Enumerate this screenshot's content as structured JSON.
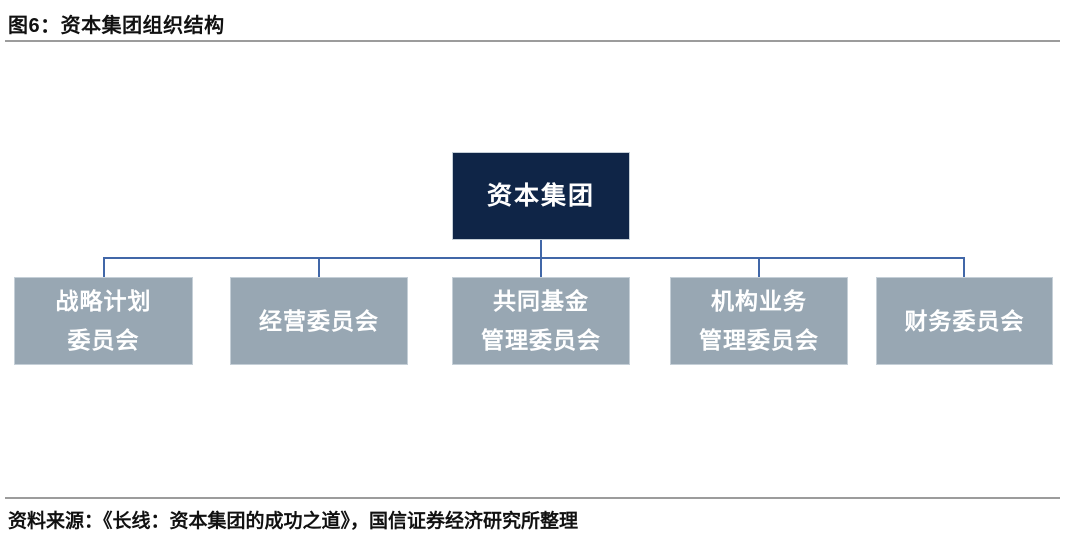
{
  "figure": {
    "title": "图6：资本集团组织结构",
    "source": "资料来源：《长线：资本集团的成功之道》，国信证券经济研究所整理"
  },
  "colors": {
    "root_fill": "#0f2547",
    "child_fill": "#98a7b3",
    "connector": "#4167a8",
    "rule": "#9c9c9c",
    "box_text": "#ffffff",
    "text": "#111111"
  },
  "org": {
    "root": {
      "label": "资本集团"
    },
    "children": [
      {
        "lines": [
          "战略计划",
          "委员会"
        ]
      },
      {
        "lines": [
          "经营委员会"
        ]
      },
      {
        "lines": [
          "共同基金",
          "管理委员会"
        ]
      },
      {
        "lines": [
          "机构业务",
          "管理委员会"
        ]
      },
      {
        "lines": [
          "财务委员会"
        ]
      }
    ]
  }
}
